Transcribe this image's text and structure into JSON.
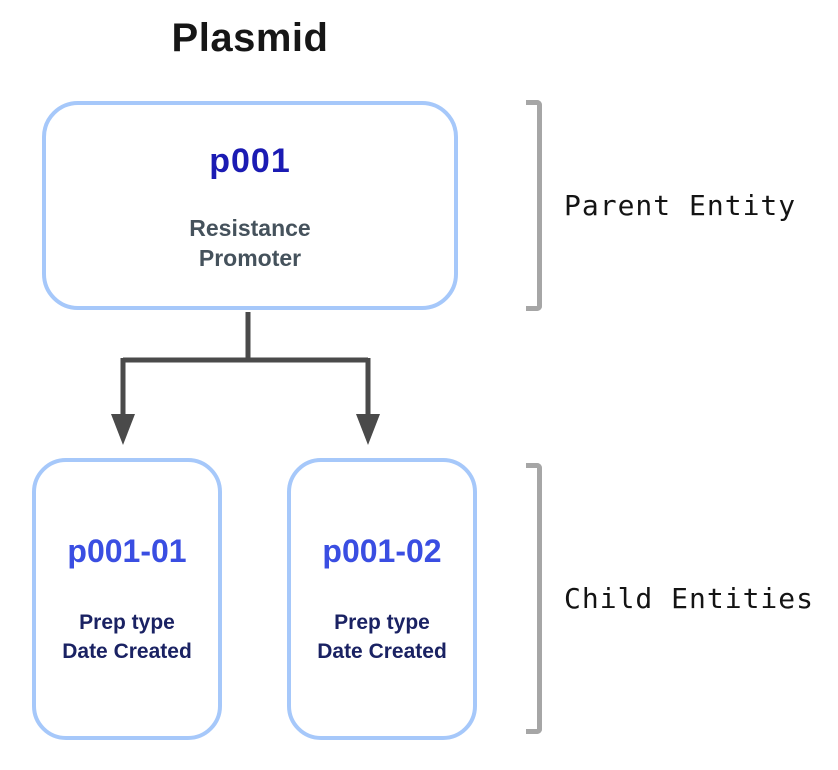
{
  "title": "Plasmid",
  "parent": {
    "id": "p001",
    "attributes": [
      "Resistance",
      "Promoter"
    ],
    "bracket_label": "Parent Entity"
  },
  "children": {
    "bracket_label": "Child Entities",
    "items": [
      {
        "id": "p001-01",
        "attributes": [
          "Prep type",
          "Date Created"
        ]
      },
      {
        "id": "p001-02",
        "attributes": [
          "Prep type",
          "Date Created"
        ]
      }
    ]
  },
  "colors": {
    "box_border": "#a6c8fa",
    "parent_id_text": "#1b1bb3",
    "parent_attr_text": "#45525c",
    "child_id_text": "#3a4ee2",
    "child_attr_text": "#1a2263",
    "connector": "#4a4a4a",
    "bracket": "#a6a6a6",
    "title_text": "#161616"
  }
}
